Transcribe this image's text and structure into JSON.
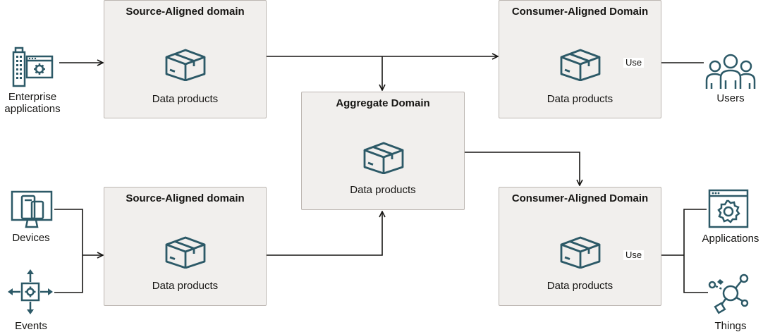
{
  "domains": {
    "source_top": {
      "title": "Source-Aligned domain",
      "product": "Data products"
    },
    "source_bottom": {
      "title": "Source-Aligned domain",
      "product": "Data products"
    },
    "aggregate": {
      "title": "Aggregate Domain",
      "product": "Data products"
    },
    "consumer_top": {
      "title": "Consumer-Aligned Domain",
      "product": "Data products"
    },
    "consumer_bottom": {
      "title": "Consumer-Aligned Domain",
      "product": "Data products"
    }
  },
  "actors": {
    "enterprise": "Enterprise applications",
    "devices": "Devices",
    "events": "Events",
    "users": "Users",
    "applications": "Applications",
    "things": "Things"
  },
  "edges": {
    "use_top": "Use",
    "use_bottom": "Use"
  },
  "colors": {
    "icon": "#2c5967",
    "line": "#161513",
    "box_fill": "#f1efed",
    "box_border": "#bcb6b1"
  },
  "icons": [
    "building-app-icon",
    "devices-icon",
    "events-icon",
    "users-icon",
    "applications-icon",
    "things-icon",
    "box-icon"
  ]
}
